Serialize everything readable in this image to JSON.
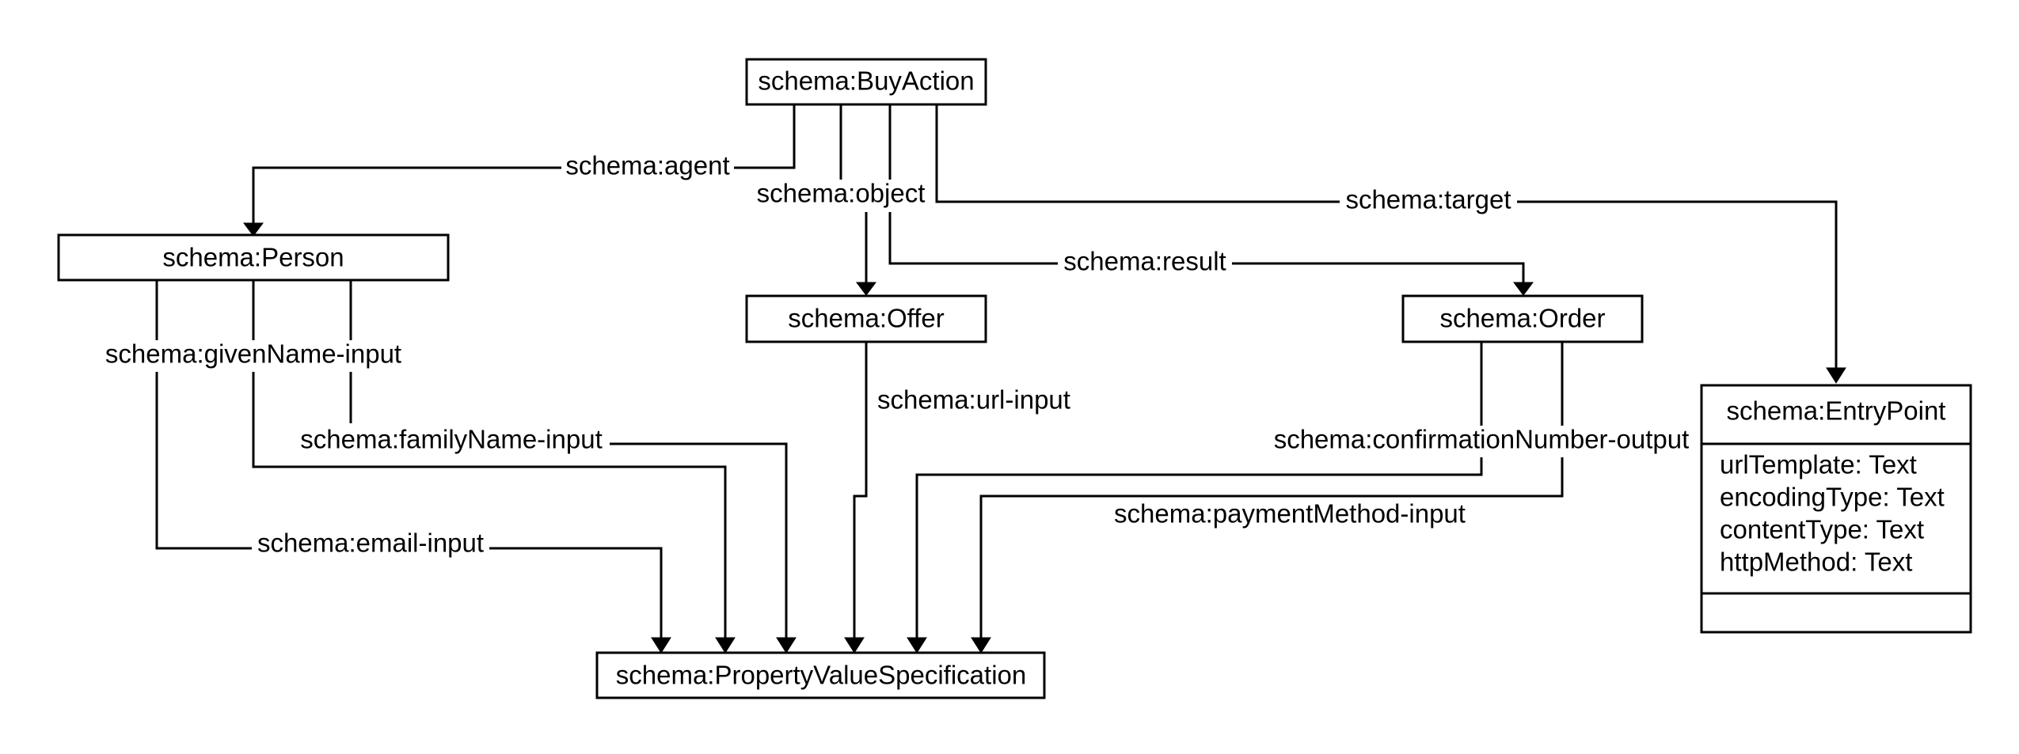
{
  "nodes": {
    "buy_action": "schema:BuyAction",
    "person": "schema:Person",
    "offer": "schema:Offer",
    "order": "schema:Order",
    "property_value_spec": "schema:PropertyValueSpecification",
    "entry_point": {
      "title": "schema:EntryPoint",
      "attributes": [
        "urlTemplate: Text",
        "encodingType: Text",
        "contentType: Text",
        "httpMethod: Text"
      ]
    }
  },
  "edges": {
    "agent": "schema:agent",
    "object": "schema:object",
    "target": "schema:target",
    "result": "schema:result",
    "given_name_input": "schema:givenName-input",
    "family_name_input": "schema:familyName-input",
    "email_input": "schema:email-input",
    "url_input": "schema:url-input",
    "confirmation_number_output": "schema:confirmationNumber-output",
    "payment_method_input": "schema:paymentMethod-input"
  }
}
